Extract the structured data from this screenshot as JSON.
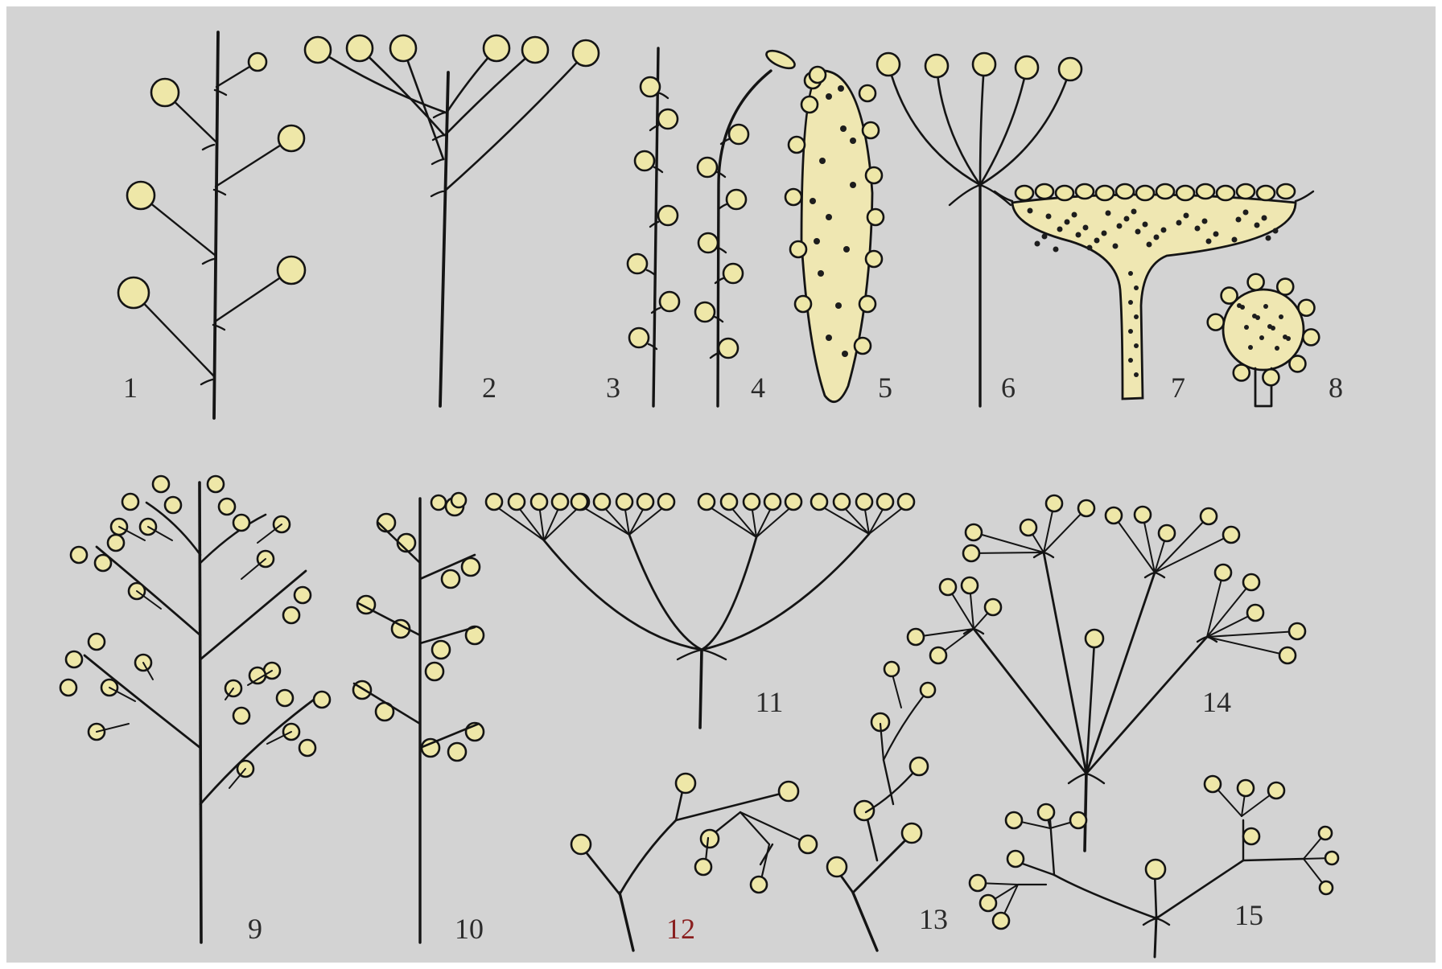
{
  "figure": {
    "labels": [
      "1",
      "2",
      "3",
      "4",
      "5",
      "6",
      "7",
      "8",
      "9",
      "10",
      "11",
      "12",
      "13",
      "14",
      "15"
    ]
  },
  "colors": {
    "background": "#d3d3d3",
    "flower_fill": "#eee7a8",
    "line": "#141414",
    "label": "#2b2b2b",
    "label_highlight": "#8a1f1f"
  }
}
